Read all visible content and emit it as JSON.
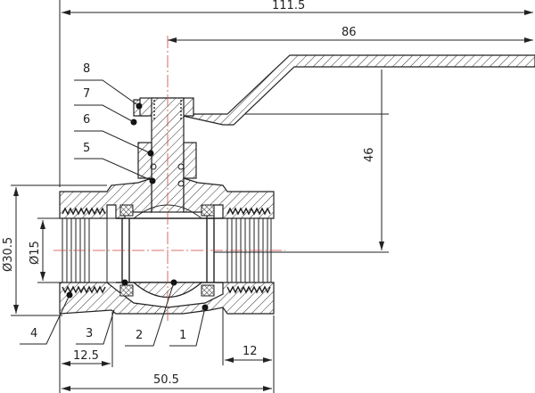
{
  "dimensions": {
    "overall_length": "111.5",
    "handle_length": "86",
    "handle_height": "46",
    "outer_diameter": "Ø30.5",
    "bore_diameter": "Ø15",
    "left_thread_length": "12.5",
    "right_thread_length": "12",
    "body_length": "50.5"
  },
  "part_labels": [
    "1",
    "2",
    "3",
    "4",
    "5",
    "6",
    "7",
    "8"
  ]
}
